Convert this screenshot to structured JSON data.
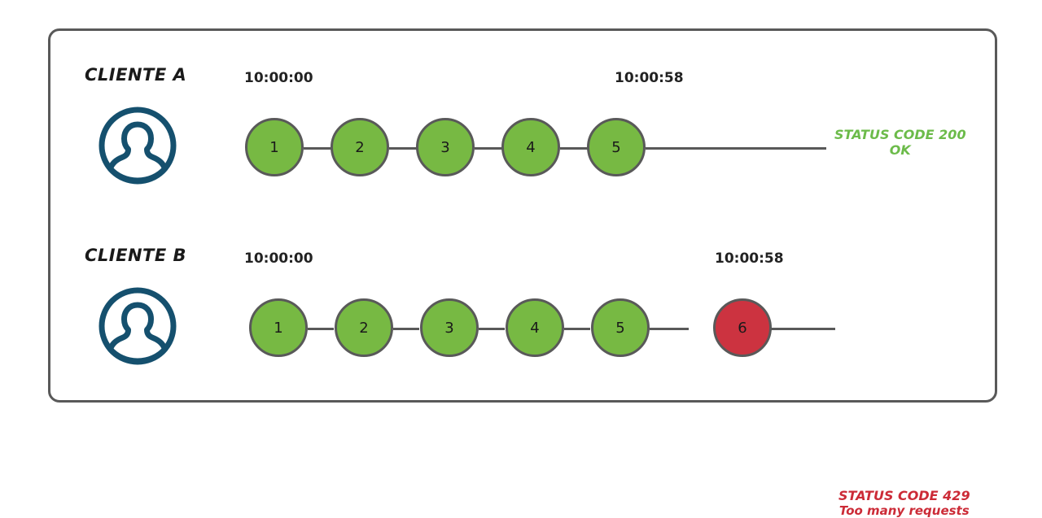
{
  "diagram": {
    "title_visible": false,
    "frame": {
      "border_color": "#595959"
    },
    "colors": {
      "node_ok": "#77b943",
      "node_fail": "#cc3340",
      "node_border": "#595959",
      "link": "#595959",
      "avatar": "#15506e",
      "status_ok_text": "#6cbb4a",
      "status_fail_text": "#cc2b37",
      "timestamp_text": "#222222",
      "client_label_text": "#1a1a1a"
    },
    "rows": [
      {
        "id": "cliente-a",
        "client_label": "CLIENTE A",
        "avatar_icon": "user-avatar-icon",
        "timestamp_start": "10:00:00",
        "timestamp_end": "10:00:58",
        "nodes": [
          {
            "label": "1",
            "state": "ok"
          },
          {
            "label": "2",
            "state": "ok"
          },
          {
            "label": "3",
            "state": "ok"
          },
          {
            "label": "4",
            "state": "ok"
          },
          {
            "label": "5",
            "state": "ok"
          }
        ],
        "status": {
          "line1": "STATUS CODE 200",
          "line2": "OK",
          "state": "ok"
        }
      },
      {
        "id": "cliente-b",
        "client_label": "CLIENTE B",
        "avatar_icon": "user-avatar-icon",
        "timestamp_start": "10:00:00",
        "timestamp_end": "10:00:58",
        "nodes": [
          {
            "label": "1",
            "state": "ok"
          },
          {
            "label": "2",
            "state": "ok"
          },
          {
            "label": "3",
            "state": "ok"
          },
          {
            "label": "4",
            "state": "ok"
          },
          {
            "label": "5",
            "state": "ok"
          },
          {
            "label": "6",
            "state": "fail"
          }
        ],
        "status": {
          "line1": "STATUS CODE 429",
          "line2": "Too many requests",
          "state": "fail"
        }
      }
    ]
  }
}
